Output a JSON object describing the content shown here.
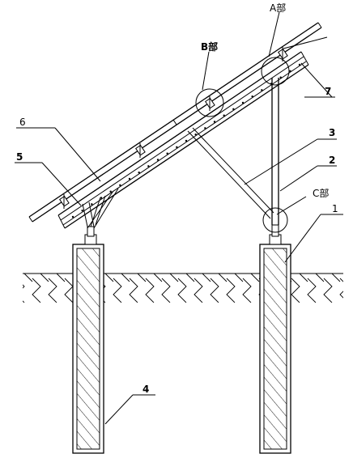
{
  "labels": {
    "a_part": "A部",
    "b_part": "B部",
    "c_part": "C部",
    "n1": "1",
    "n2": "2",
    "n3": "3",
    "n4": "4",
    "n5": "5",
    "n6": "6",
    "n7": "7"
  },
  "colors": {
    "line": "#000000",
    "background": "#ffffff"
  }
}
